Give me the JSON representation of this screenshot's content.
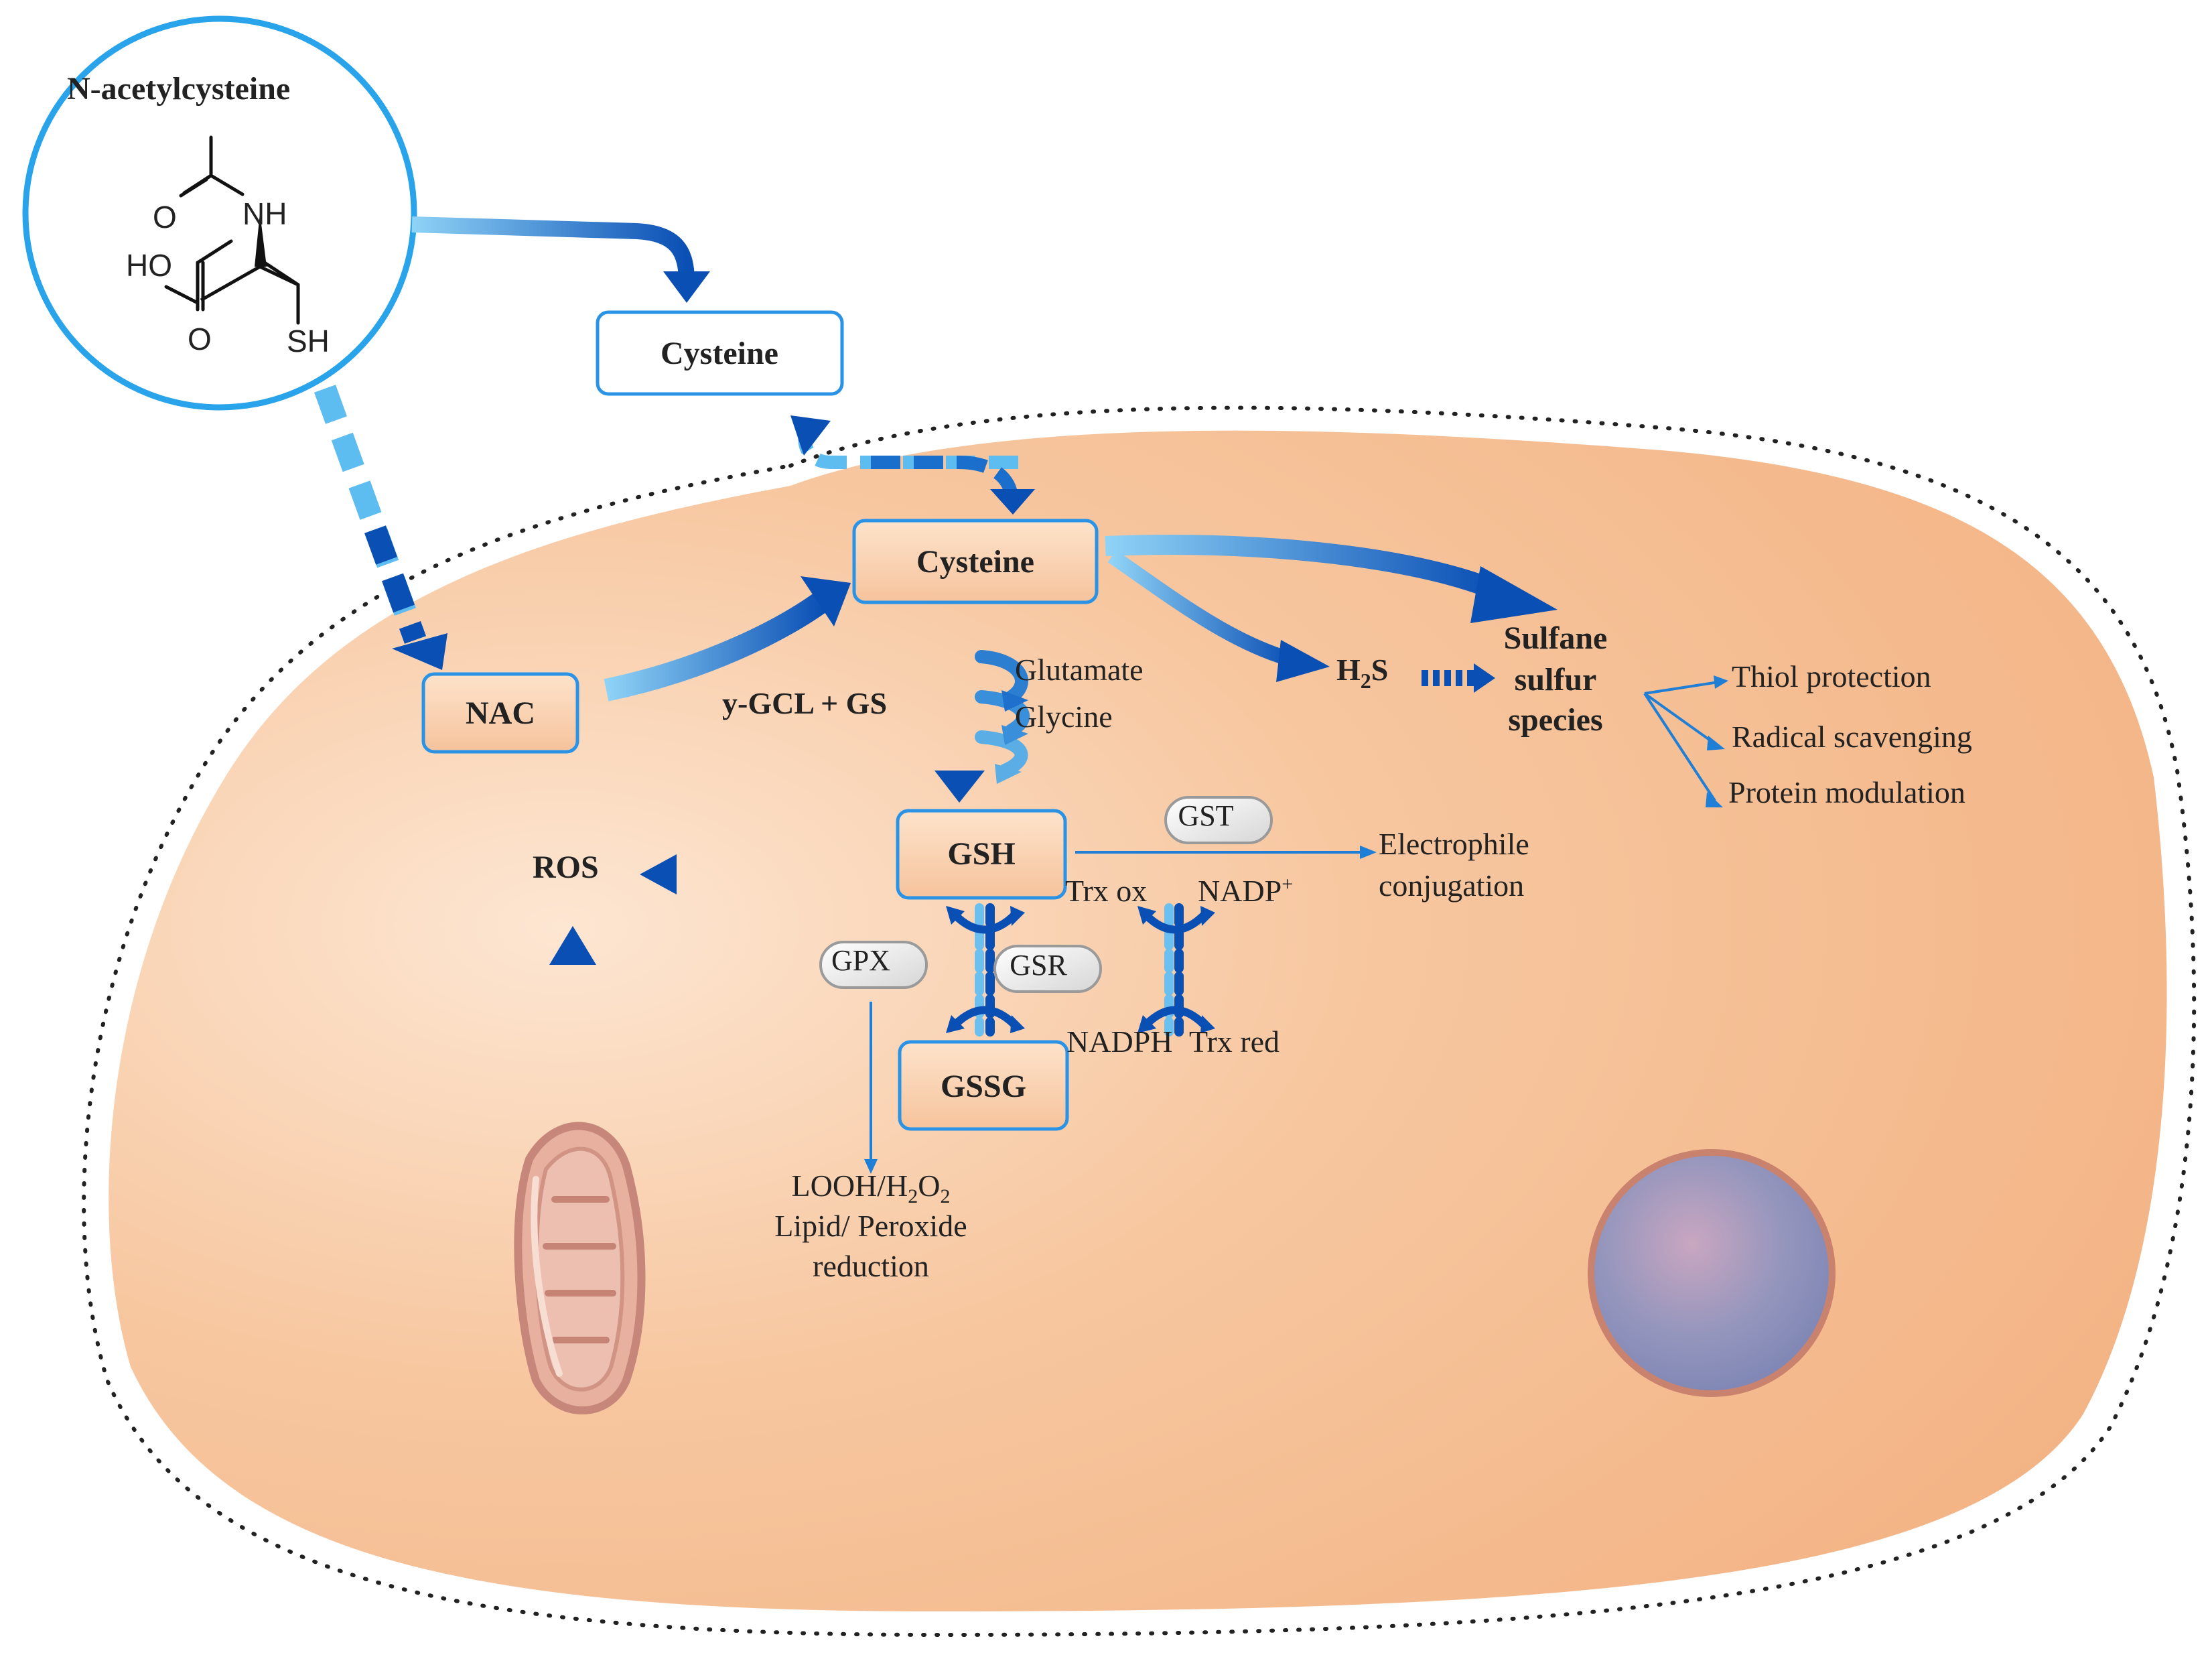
{
  "molecule": {
    "name": "N-acetylcysteine",
    "atoms": {
      "o_carbonyl": "O",
      "nh": "NH",
      "ho": "HO",
      "o_acid": "O",
      "sh": "SH"
    }
  },
  "nodes": {
    "cysteine_outside": "Cysteine",
    "cysteine_inside": "Cysteine",
    "nac": "NAC",
    "gsh": "GSH",
    "gssg": "GSSG",
    "ros": "ROS",
    "h2s": {
      "main": "H",
      "sub": "2",
      "tail": "S"
    },
    "sulfane": [
      "Sulfane",
      "sulfur",
      "species"
    ]
  },
  "enzymes": {
    "gcl_gs": "y-GCL + GS",
    "gst": "GST",
    "gpx": "GPX",
    "gsr": "GSR"
  },
  "substrates": {
    "glutamate": "Glutamate",
    "glycine": "Glycine",
    "trx_ox": "Trx ox",
    "nadp": {
      "main": "NADP",
      "sup": "+"
    },
    "nadph": "NADPH",
    "trx_red": "Trx red"
  },
  "outcomes": {
    "sulfane_effects": [
      "Thiol protection",
      "Radical scavenging",
      "Protein modulation"
    ],
    "electrophile": [
      "Electrophile",
      "conjugation"
    ],
    "peroxide": {
      "formula": {
        "a": "LOOH/H",
        "b": "2",
        "c": "O",
        "d": "2"
      },
      "lines": [
        "Lipid/ Peroxide",
        "reduction"
      ]
    }
  },
  "colors": {
    "cell_fill": "#f3b485",
    "cell_fill_light": "#fde6d2",
    "arrow_dark": "#0a4fb4",
    "arrow_mid": "#1f7fd6",
    "arrow_light": "#6cc0f0",
    "box_stroke": "#2b93e6",
    "nucleus": "#8e92b8",
    "mitochondrion": "#e3aa9b"
  }
}
